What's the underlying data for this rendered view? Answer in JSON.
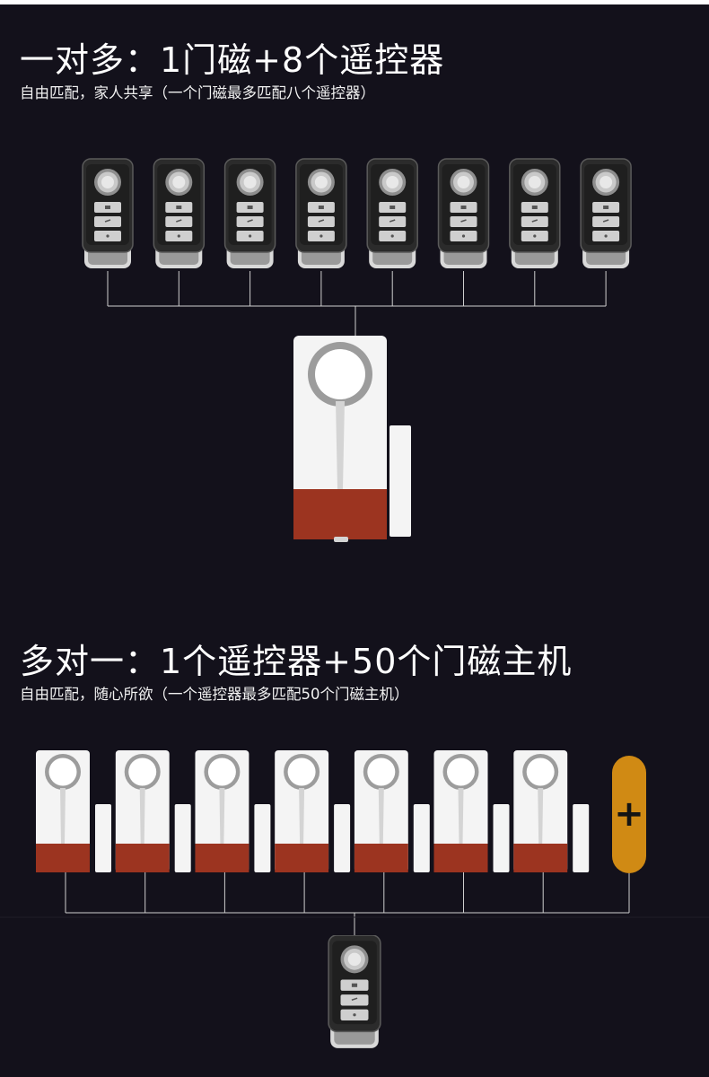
{
  "section_one_to_many": {
    "title": "一对多：1门磁+8个遥控器",
    "subtitle": "自由匹配，家人共享（一个门磁最多匹配八个遥控器）",
    "remote_count": 8,
    "hub_device": "door-alarm-main-unit"
  },
  "section_many_to_one": {
    "title": "多对一：1个遥控器+50个门磁主机",
    "subtitle": "自由匹配，随心所欲（一个遥控器最多匹配50个门磁主机）",
    "alarm_count": 7,
    "more_indicator": "+",
    "hub_device": "remote-control"
  },
  "colors": {
    "background": "#13111b",
    "alarm_red": "#9c3420",
    "alarm_white": "#f4f4f4",
    "remote_body": "#2a2a2a",
    "more_pill": "#d08a14",
    "connector_line": "#cfcfcf"
  }
}
